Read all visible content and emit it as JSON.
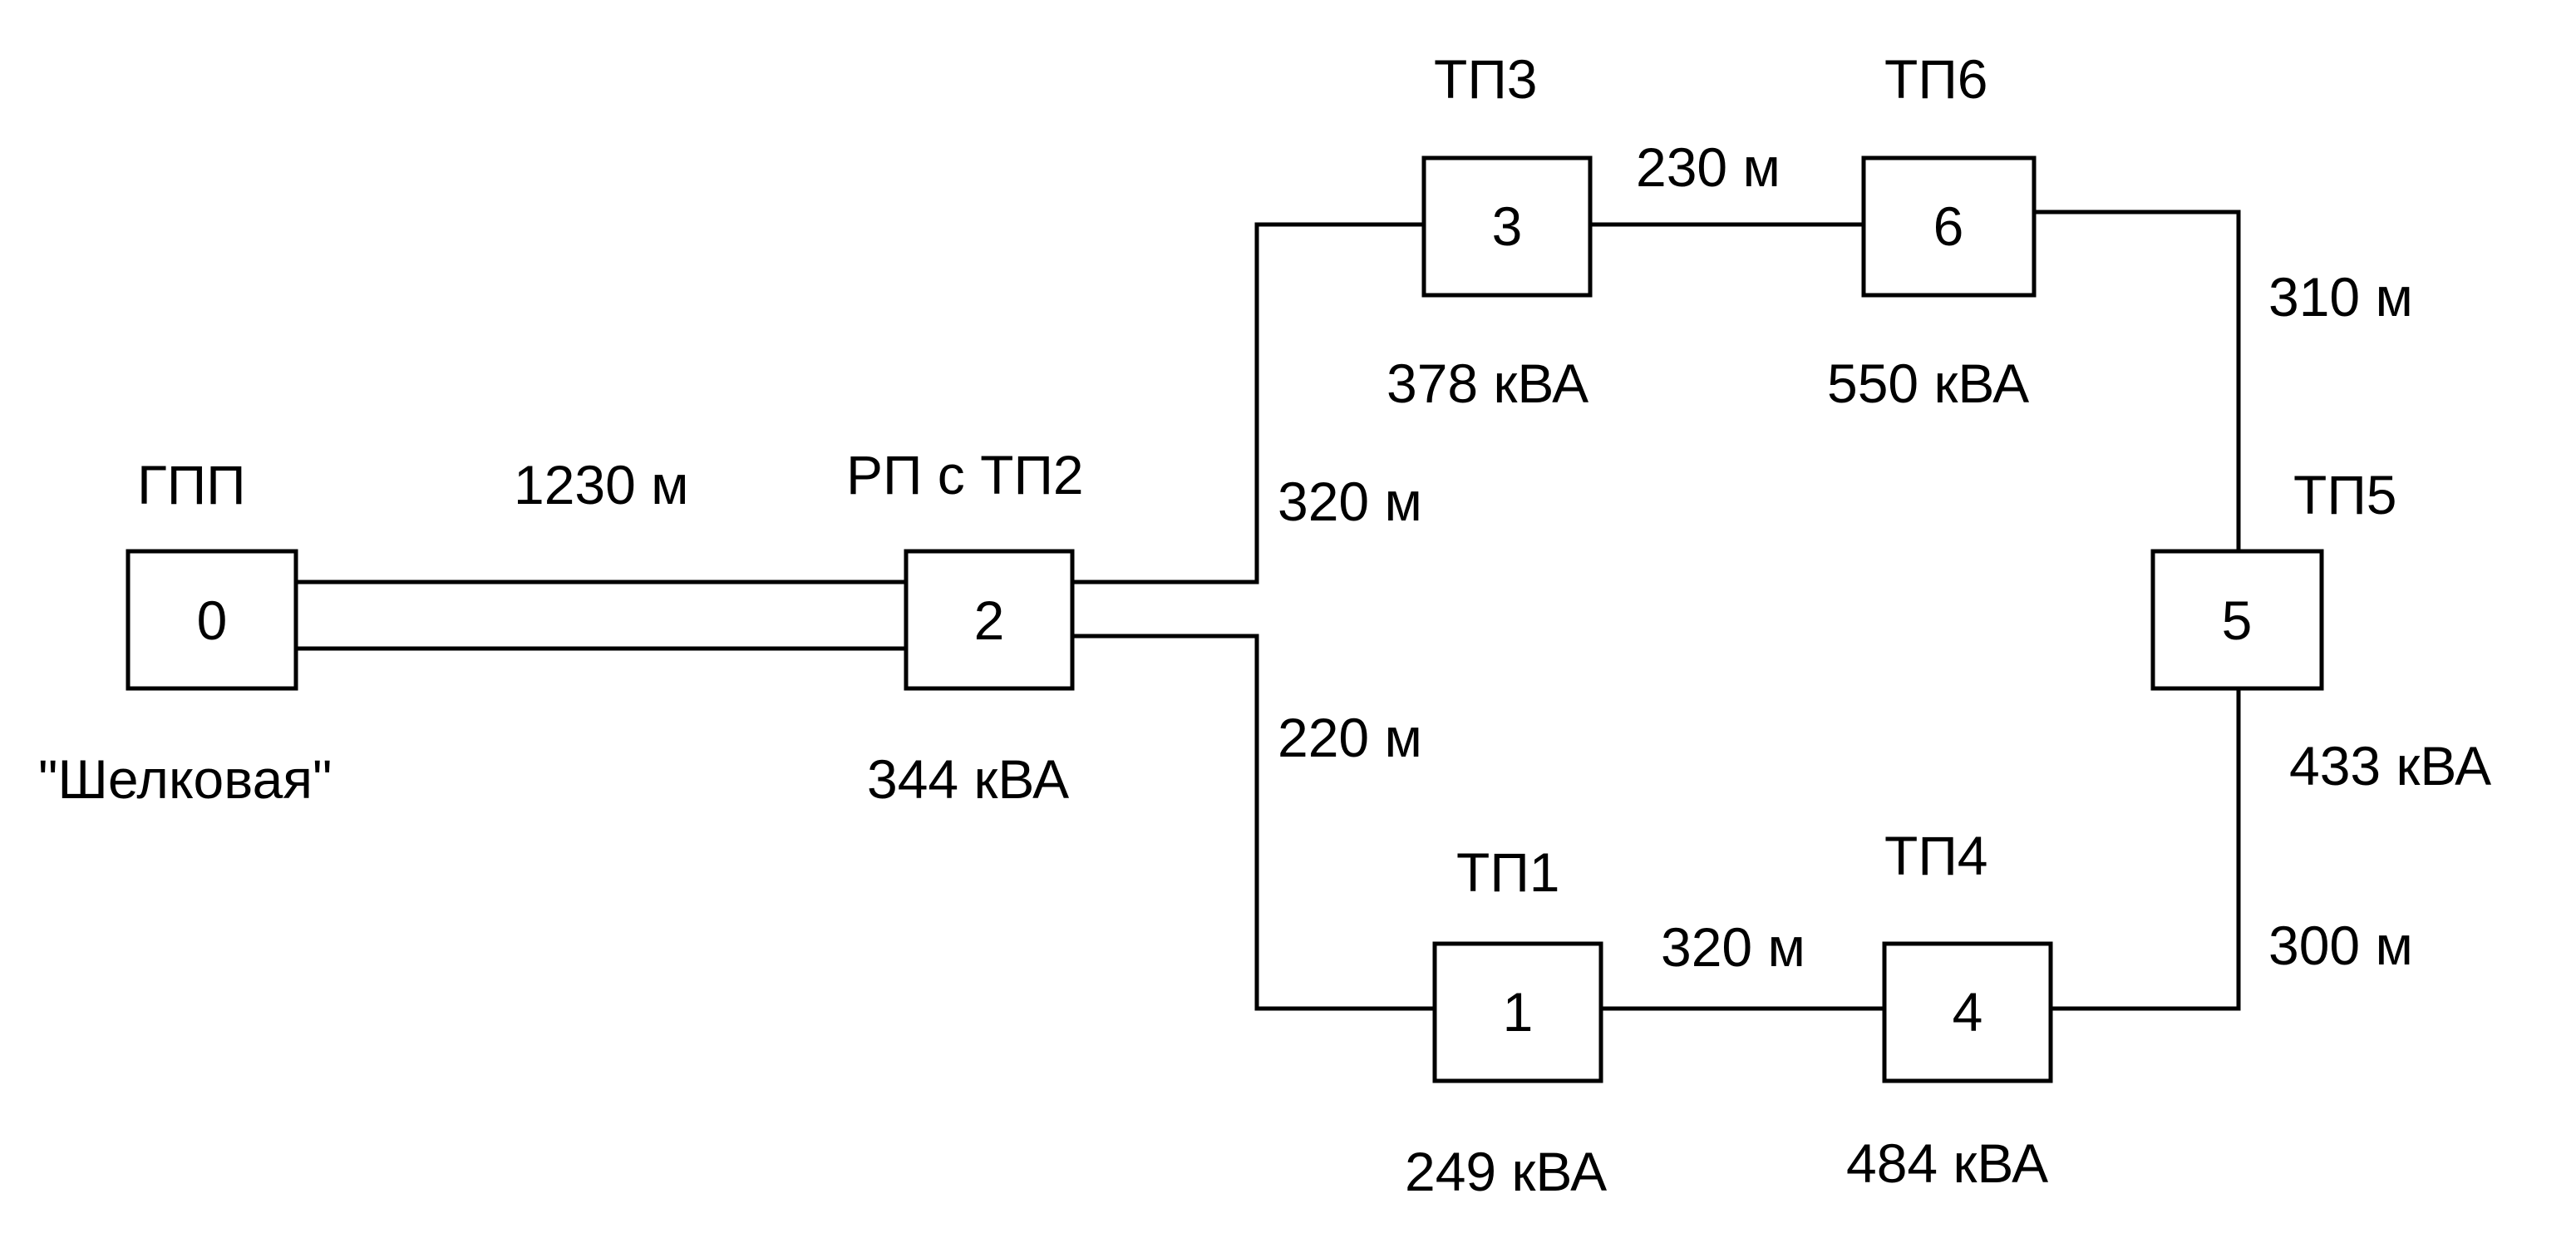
{
  "colors": {
    "line": "#000000",
    "text": "#000000",
    "background": "#ffffff"
  },
  "nodes": {
    "gpp": {
      "number": "0",
      "title": "ГПП",
      "subtitle": "\"Шелковая\""
    },
    "rp": {
      "number": "2",
      "title": "РП с ТП2",
      "power": "344 кВА"
    },
    "tp3": {
      "number": "3",
      "title": "ТП3",
      "power": "378 кВА"
    },
    "tp6": {
      "number": "6",
      "title": "ТП6",
      "power": "550 кВА"
    },
    "tp5": {
      "number": "5",
      "title": "ТП5",
      "power": "433 кВА"
    },
    "tp1": {
      "number": "1",
      "title": "ТП1",
      "power": "249 кВА"
    },
    "tp4": {
      "number": "4",
      "title": "ТП4",
      "power": "484 кВА"
    }
  },
  "lines": {
    "gpp_rp": "1230 м",
    "rp_tp3": "320 м",
    "tp3_tp6": "230 м",
    "tp6_tp5": "310 м",
    "rp_tp1": "220 м",
    "tp1_tp4": "320 м",
    "tp4_tp5": "300 м"
  }
}
